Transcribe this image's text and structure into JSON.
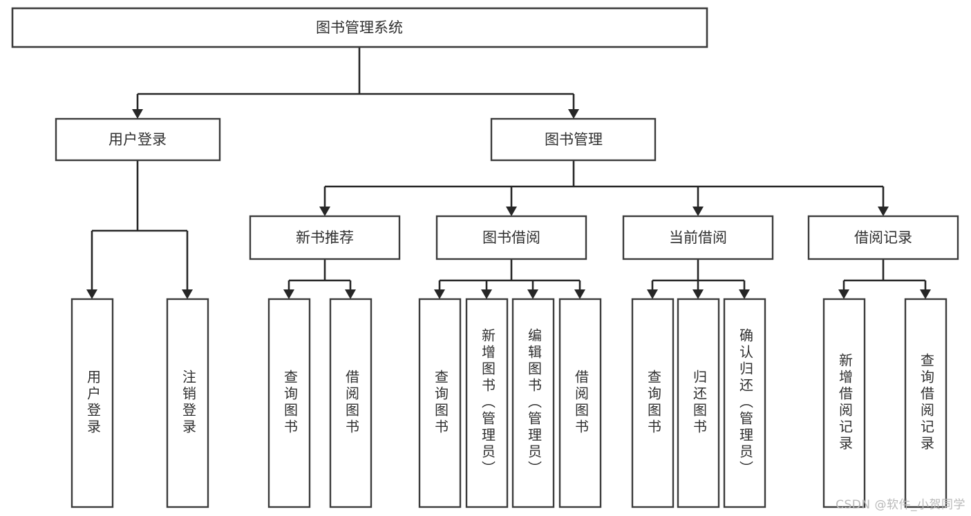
{
  "diagram": {
    "type": "tree",
    "title": "图书管理系统",
    "watermark": "CSDN @软件_小贺同学",
    "colors": {
      "background": "#ffffff",
      "box_stroke": "#3b3b3b",
      "connector": "#262626",
      "label_text": "#2f2f2f",
      "watermark_text": "#b9b9b9"
    },
    "root": {
      "label": "图书管理系统"
    },
    "level2": [
      {
        "label": "用户登录"
      },
      {
        "label": "图书管理"
      }
    ],
    "level3": [
      {
        "label": "新书推荐"
      },
      {
        "label": "图书借阅"
      },
      {
        "label": "当前借阅"
      },
      {
        "label": "借阅记录"
      }
    ],
    "leaves": {
      "user_login": [
        {
          "label": "用户登录"
        },
        {
          "label": "注销登录"
        }
      ],
      "new_book_recommend": [
        {
          "label": "查询图书"
        },
        {
          "label": "借阅图书"
        }
      ],
      "book_borrow": [
        {
          "label": "查询图书"
        },
        {
          "label": "新增图书（管理员）"
        },
        {
          "label": "编辑图书（管理员）"
        },
        {
          "label": "借阅图书"
        }
      ],
      "current_borrow": [
        {
          "label": "查询图书"
        },
        {
          "label": "归还图书"
        },
        {
          "label": "确认归还（管理员）"
        }
      ],
      "borrow_record": [
        {
          "label": "新增借阅记录"
        },
        {
          "label": "查询借阅记录"
        }
      ]
    }
  }
}
